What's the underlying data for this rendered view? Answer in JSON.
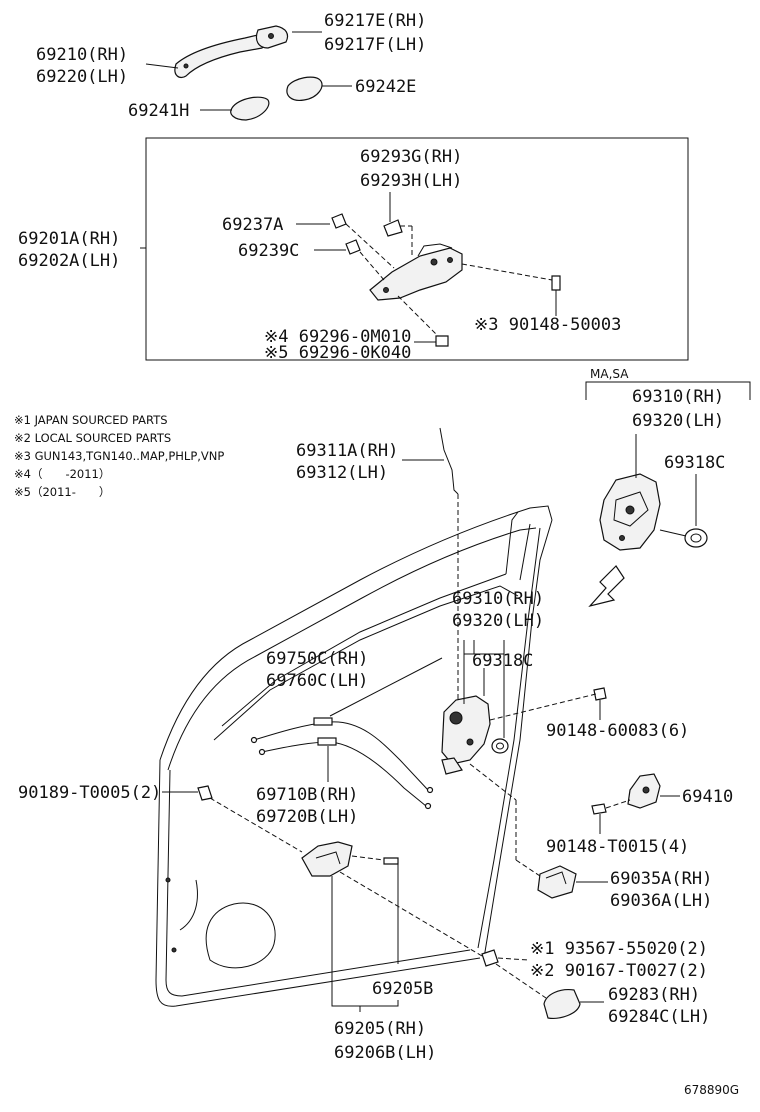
{
  "diagram_code": "678890G",
  "notes": [
    "※1 JAPAN SOURCED PARTS",
    "※2 LOCAL SOURCED PARTS",
    "※3 GUN143,TGN140..MAP,PHLP,VNP",
    "※4（　　-2011）",
    "※5（2011-　　）"
  ],
  "variant_label": "MA,SA",
  "labels": {
    "p69217e": "69217E(RH)",
    "p69217f": "69217F(LH)",
    "p69210": "69210(RH)",
    "p69220": "69220(LH)",
    "p69242e": "69242E",
    "p69241h": "69241H",
    "p69293g": "69293G(RH)",
    "p69293h": "69293H(LH)",
    "p69237a": "69237A",
    "p69239c": "69239C",
    "p69201a": "69201A(RH)",
    "p69202a": "69202A(LH)",
    "p90148_50003": "※3 90148-50003",
    "p69296_0m010": "※4 69296-0M010",
    "p69296_0k040": "※5 69296-0K040",
    "p69310_top": "69310(RH)",
    "p69320_top": "69320(LH)",
    "p69318c_top": "69318C",
    "p69311a": "69311A(RH)",
    "p69312": "69312(LH)",
    "p69310_mid": "69310(RH)",
    "p69320_mid": "69320(LH)",
    "p69318c_mid": "69318C",
    "p69750c": "69750C(RH)",
    "p69760c": "69760C(LH)",
    "p90148_60083": "90148-60083(6)",
    "p90189_t0005": "90189-T0005(2)",
    "p69710b": "69710B(RH)",
    "p69720b": "69720B(LH)",
    "p69410": "69410",
    "p90148_t0015": "90148-T0015(4)",
    "p69035a": "69035A(RH)",
    "p69036a": "69036A(LH)",
    "p93567": "※1 93567-55020(2)",
    "p90167": "※2 90167-T0027(2)",
    "p69205b": "69205B",
    "p69283": "69283(RH)",
    "p69284c": "69284C(LH)",
    "p69205": "69205(RH)",
    "p69206b": "69206B(LH)"
  }
}
